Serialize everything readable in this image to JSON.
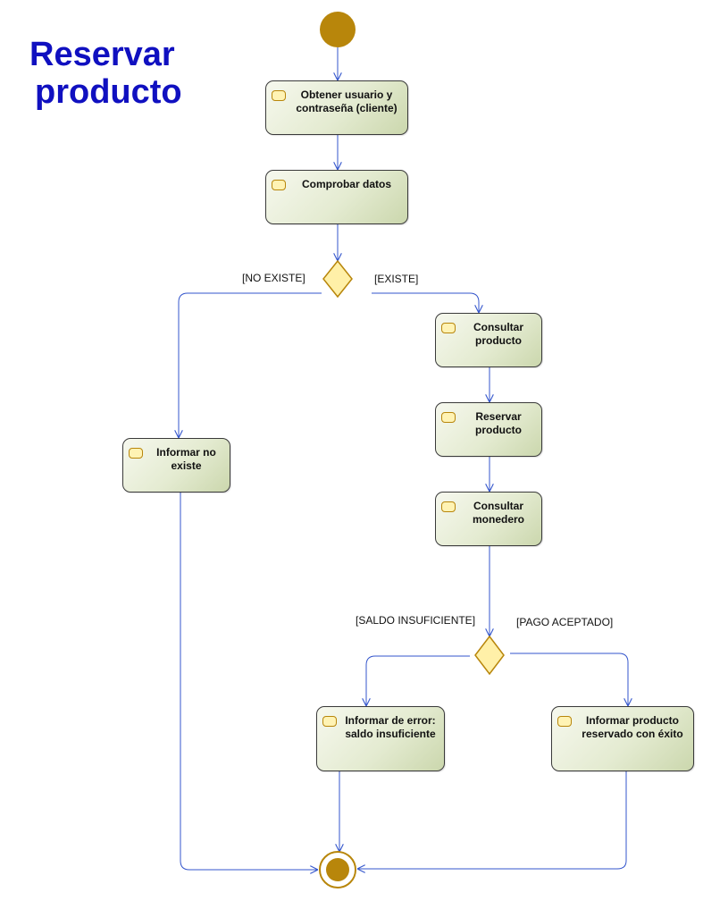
{
  "title_line1": "Reservar",
  "title_line2": "producto",
  "colors": {
    "title": "#1010c0",
    "edge": "#3355cc",
    "node_border": "#3a3a3a",
    "node_fill_light": "#f6f8ee",
    "node_fill_dark": "#cbd7ad",
    "initial_node": "#b8860b",
    "decision_fill": "#fff0a8",
    "decision_border": "#b8860b",
    "action_icon": "rounded-rect-icon"
  },
  "nodes": {
    "obtener": "Obtener usuario y contraseña (cliente)",
    "comprobar": "Comprobar datos",
    "consultar_producto": "Consultar producto",
    "informar_no_existe": "Informar no existe",
    "reservar_producto": "Reservar producto",
    "consultar_monedero": "Consultar monedero",
    "informar_error": "Informar de error: saldo insuficiente",
    "informar_exito": "Informar producto reservado con éxito"
  },
  "guards": {
    "no_existe": "[NO EXISTE]",
    "existe": "[EXISTE]",
    "saldo_insuficiente": "[SALDO INSUFICIENTE]",
    "pago_aceptado": "[PAGO ACEPTADO]"
  }
}
